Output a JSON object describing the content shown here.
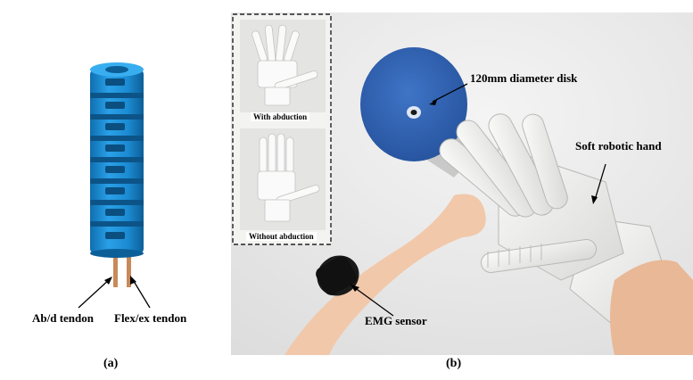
{
  "panel_a": {
    "label": "(a)",
    "callouts": {
      "ab_d_tendon": "Ab/d tendon",
      "flex_ex_tendon": "Flex/ex tendon"
    },
    "colors": {
      "segment": "#1f8fd6",
      "segment_dark": "#1372b0",
      "tendon": "#c98a5a"
    }
  },
  "panel_b": {
    "label": "(b)",
    "callouts": {
      "disk": "120mm diameter disk",
      "hand": "Soft robotic hand",
      "sensor": "EMG sensor"
    },
    "inset": {
      "top_caption": "With abduction",
      "bottom_caption": "Without abduction"
    },
    "colors": {
      "disk": "#2f5fb0",
      "hand": "#f2f2f0",
      "skin": "#f1c8aa",
      "sensor": "#1a1a1a",
      "background": "#e9e9e9"
    }
  }
}
